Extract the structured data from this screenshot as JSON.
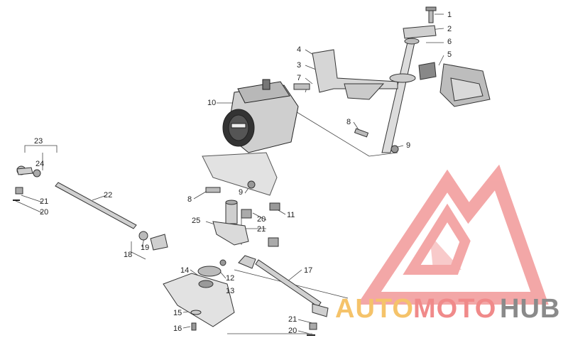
{
  "callouts": [
    "1",
    "2",
    "3",
    "4",
    "5",
    "6",
    "7",
    "8",
    "9",
    "10",
    "11",
    "12",
    "13",
    "14",
    "15",
    "16",
    "17",
    "18",
    "19",
    "20",
    "21",
    "22",
    "23",
    "24",
    "25"
  ],
  "watermark": {
    "part1": "AUTO",
    "part2": "MOTO",
    "part3": "HUB",
    "color_logo": "#f08a8a",
    "color_auto": "#f5c36a",
    "color_moto": "#f08a8a",
    "color_hub": "#8a8a8a"
  }
}
